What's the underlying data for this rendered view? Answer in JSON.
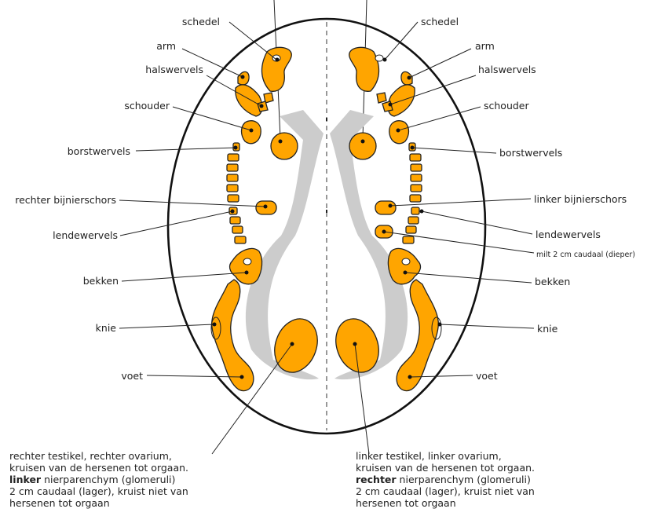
{
  "labels_left": {
    "schedel": "schedel",
    "arm": "arm",
    "halswervels": "halswervels",
    "schouder": "schouder",
    "borstwervels": "borstwervels",
    "bijnier": "rechter bijnierschors",
    "lendewervels": "lendewervels",
    "bekken": "bekken",
    "knie": "knie",
    "voet": "voet"
  },
  "labels_right": {
    "schedel": "schedel",
    "arm": "arm",
    "halswervels": "halswervels",
    "schouder": "schouder",
    "borstwervels": "borstwervels",
    "bijnier": "linker bijnierschors",
    "lendewervels": "lendewervels",
    "milt": "milt 2 cm caudaal (dieper)",
    "bekken": "bekken",
    "knie": "knie",
    "voet": "voet"
  },
  "note_left": {
    "line1": "rechter testikel, rechter ovarium,",
    "line2": "kruisen van de hersenen tot orgaan.",
    "line3_bold": "linker",
    "line3_rest": " nierparenchym (glomeruli)",
    "line4": "2 cm caudaal (lager), kruist niet van",
    "line5": "hersenen tot orgaan"
  },
  "note_right": {
    "line1": "linker testikel, linker ovarium,",
    "line2": "kruisen van de hersenen tot orgaan.",
    "line3_bold": "rechter",
    "line3_rest": " nierparenchym (glomeruli)",
    "line4": "2 cm caudaal (lager), kruist niet van",
    "line5": "hersenen tot orgaan"
  },
  "colors": {
    "organ_fill": "#ffa500",
    "kidney_fill": "#cccccc",
    "outline": "#222222",
    "midline": "#555555"
  }
}
